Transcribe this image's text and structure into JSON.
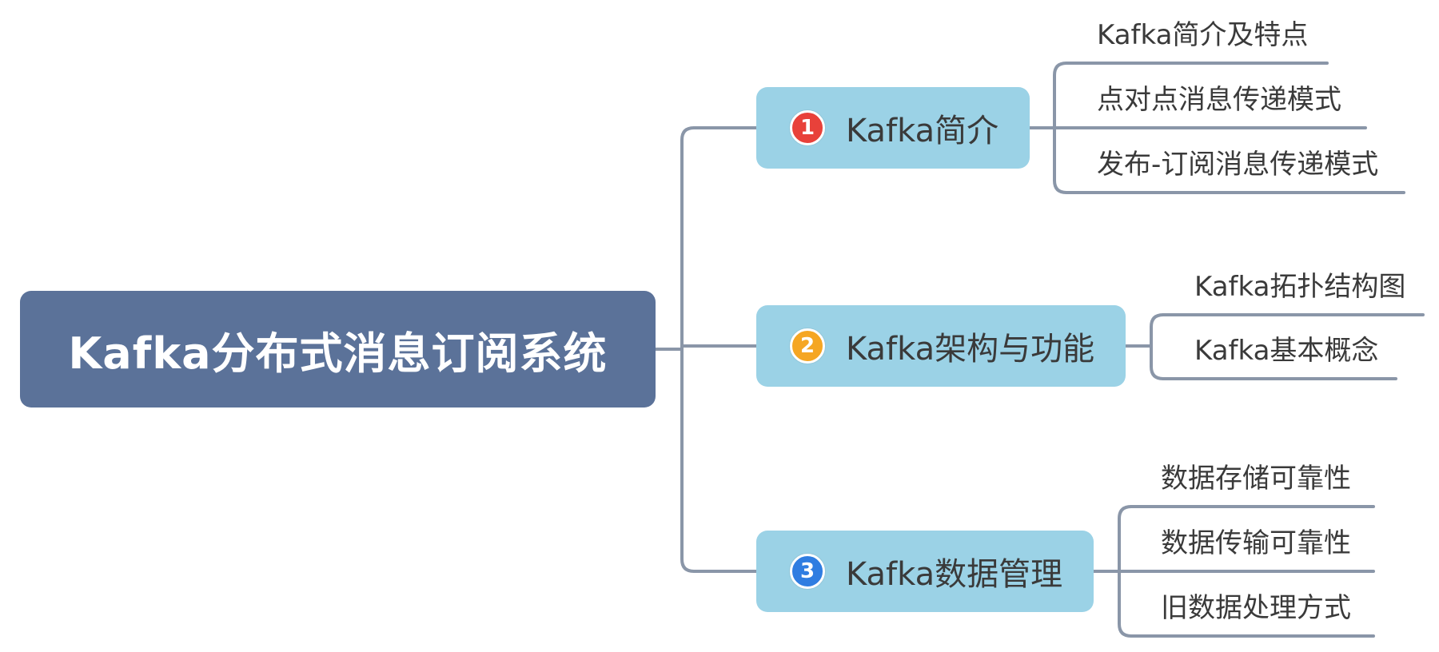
{
  "root": {
    "title": "Kafka分布式消息订阅系统"
  },
  "branches": [
    {
      "number": "1",
      "badge_color": "#e8413a",
      "label": "Kafka简介",
      "leaves": [
        "Kafka简介及特点",
        "点对点消息传递模式",
        "发布-订阅消息传递模式"
      ]
    },
    {
      "number": "2",
      "badge_color": "#f5a623",
      "label": "Kafka架构与功能",
      "leaves": [
        "Kafka拓扑结构图",
        "Kafka基本概念"
      ]
    },
    {
      "number": "3",
      "badge_color": "#2f7de1",
      "label": "Kafka数据管理",
      "leaves": [
        "数据存储可靠性",
        "数据传输可靠性",
        "旧数据处理方式"
      ]
    }
  ],
  "colors": {
    "root_fill": "#5b7299",
    "branch_fill": "#9bd2e6",
    "connector": "#8a96a8"
  }
}
